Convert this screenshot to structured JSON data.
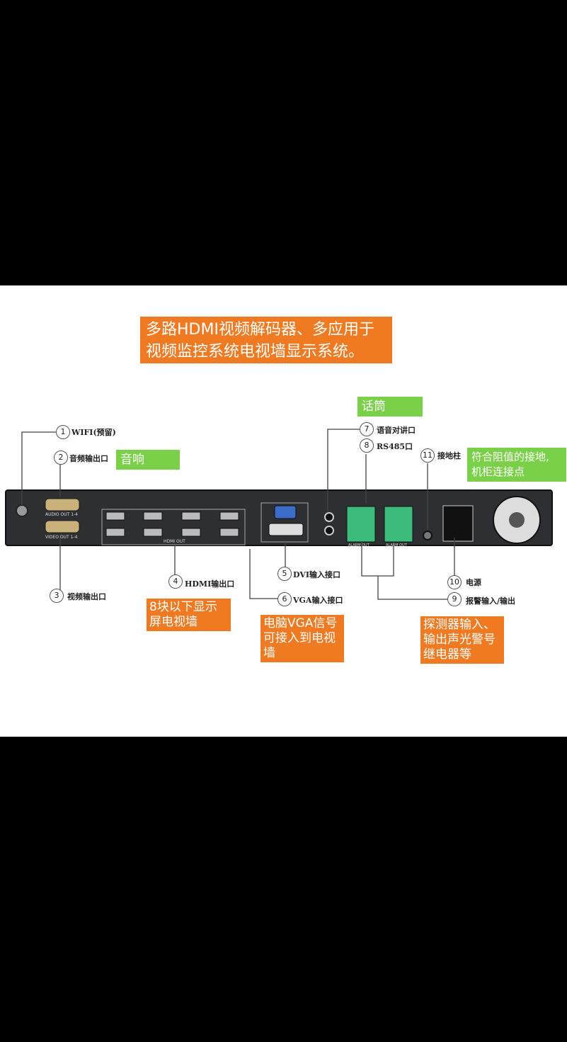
{
  "title": "多路HDMI视频解码器、多应用于视频监控系统电视墙显示系统。",
  "callouts": {
    "c1": {
      "num": "1",
      "label": "WIFI(预留)"
    },
    "c2": {
      "num": "2",
      "label": "音频输出口"
    },
    "c3": {
      "num": "3",
      "label": "视频输出口"
    },
    "c4": {
      "num": "4",
      "label": "HDMI输出口"
    },
    "c5": {
      "num": "5",
      "label": "DVI输入接口"
    },
    "c6": {
      "num": "6",
      "label": "VGA输入接口"
    },
    "c7": {
      "num": "7",
      "label": "语音对讲口"
    },
    "c8": {
      "num": "8",
      "label": "RS485口"
    },
    "c9": {
      "num": "9",
      "label": "报警输入/输出"
    },
    "c10": {
      "num": "10",
      "label": "电源"
    },
    "c11": {
      "num": "11",
      "label": "接地柱"
    }
  },
  "green_boxes": {
    "speaker": "音响",
    "mic": "话筒",
    "ground": "符合阻值的接地, 机柜连接点"
  },
  "orange_boxes": {
    "hdmi_note": "8块以下显示屏电视墙",
    "vga_note": "电脑VGA信号可接入到电视墙",
    "alarm_note": "探测器输入、输出声光警号继电器等"
  },
  "device_labels": {
    "audio_out": "AUDIO OUT 1-4",
    "video_out": "VIDEO OUT 1-4",
    "hdmi_out": "HDMI OUT",
    "alarm_out1": "ALARM OUT",
    "alarm_out2": "ALARM OUT"
  },
  "colors": {
    "orange": "#f07a22",
    "green": "#7bd04a",
    "device": "#2d2f33"
  }
}
